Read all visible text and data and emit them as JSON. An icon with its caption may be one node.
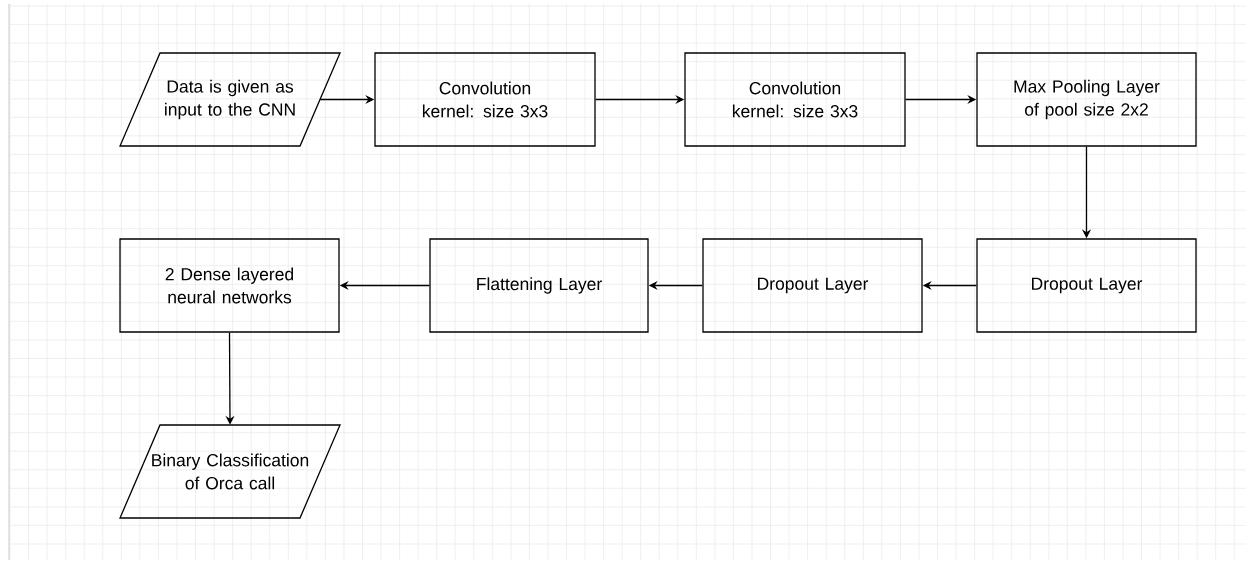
{
  "diagram": {
    "nodes": [
      {
        "text": [
          "Data is given as input to the CNN"
        ]
      },
      {
        "text": [
          "Convolution kernel: size 3x3"
        ]
      },
      {
        "text": [
          "Convolution kernel: size 3x3"
        ]
      },
      {
        "text": [
          "Max Pooling Layer of pool size 2x2"
        ]
      },
      {
        "text": [
          "Dropout Layer"
        ]
      },
      {
        "text": [
          "Dropout Layer"
        ]
      },
      {
        "text": [
          "Flattening Layer"
        ]
      },
      {
        "text": [
          "2 Dense layered neural networks"
        ]
      },
      {
        "text": [
          "Binary Classification of Orca call"
        ]
      }
    ],
    "edges": [
      {
        "from": 0,
        "to": 1,
        "arrow": "to"
      },
      {
        "from": 1,
        "to": 2,
        "arrow": "to"
      },
      {
        "from": 2,
        "to": 3,
        "arrow": "to"
      },
      {
        "from": 3,
        "to": 4,
        "arrow": "to"
      },
      {
        "from": 4,
        "to": 5,
        "arrow": "to"
      },
      {
        "from": 5,
        "to": 6,
        "arrow": "to"
      },
      {
        "from": 6,
        "to": 7,
        "arrow": "to"
      },
      {
        "from": 7,
        "to": 8,
        "arrow": "to"
      }
    ]
  }
}
